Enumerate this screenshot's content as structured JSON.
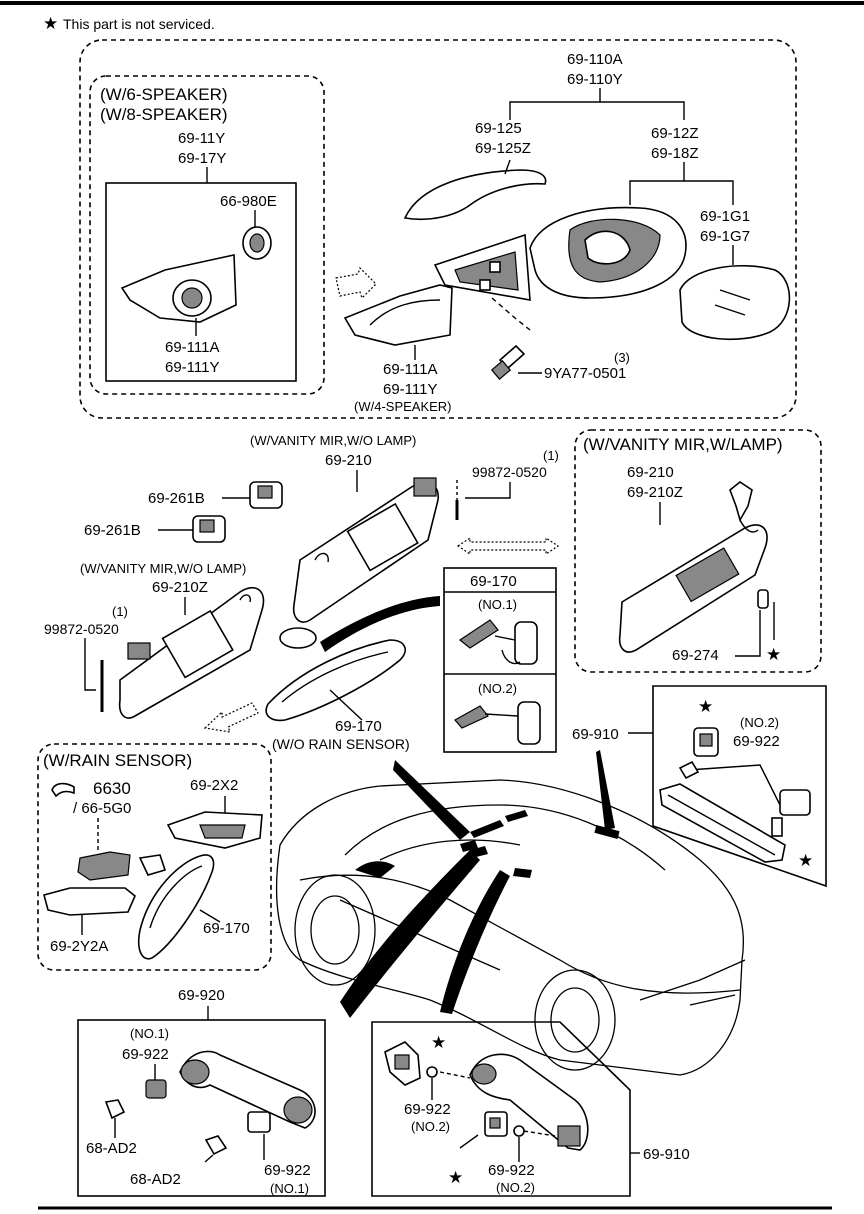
{
  "header": {
    "note": "This part is not serviced."
  },
  "sections": {
    "mirror_group": {
      "speaker_box_title_1": "(W/6-SPEAKER)",
      "speaker_box_title_2": "(W/8-SPEAKER)",
      "labels": {
        "a_69_110A": "69-110A",
        "a_69_110Y": "69-110Y",
        "a_69_125": "69-125",
        "a_69_125Z": "69-125Z",
        "a_69_12Z": "69-12Z",
        "a_69_18Z": "69-18Z",
        "a_69_1G1": "69-1G1",
        "a_69_1G7": "69-1G7",
        "a_69_11Y": "69-11Y",
        "a_69_17Y": "69-17Y",
        "a_66_980E": "66-980E",
        "a_69_111A_in": "69-111A",
        "a_69_111Y_in": "69-111Y",
        "a_69_111A_out": "69-111A",
        "a_69_111Y_out": "69-111Y",
        "a_w4speaker": "(W/4-SPEAKER)",
        "a_qty3": "(3)",
        "a_9YA77": "9YA77-0501"
      }
    },
    "visor_group": {
      "labels": {
        "v_title1": "(W/VANITY MIR,W/O LAMP)",
        "v_69_210": "69-210",
        "v_qty1a": "(1)",
        "v_99872a": "99872-0520",
        "v_69_261B_a": "69-261B",
        "v_69_261B_b": "69-261B",
        "v_title2": "(W/VANITY MIR,W/O LAMP)",
        "v_69_210Z": "69-210Z",
        "v_qty1b": "(1)",
        "v_99872b": "99872-0520",
        "v_69_170_box": "69-170",
        "v_no1": "(NO.1)",
        "v_no2": "(NO.2)",
        "v_69_170": "69-170",
        "v_worain": "(W/O RAIN SENSOR)"
      }
    },
    "lamp_box": {
      "title": "(W/VANITY MIR,W/LAMP)",
      "labels": {
        "l_69_210": "69-210",
        "l_69_210Z": "69-210Z",
        "l_69_274": "69-274"
      }
    },
    "rain_box": {
      "title": "(W/RAIN SENSOR)",
      "labels": {
        "r_6630": "6630",
        "r_665G0": "/ 66-5G0",
        "r_692X2": "69-2X2",
        "r_69170": "69-170",
        "r_692Y2A": "69-2Y2A"
      }
    },
    "handle_box_right": {
      "labels": {
        "h_no2": "(NO.2)",
        "h_69922": "69-922",
        "h_69910": "69-910"
      }
    },
    "grip_box_left": {
      "labels": {
        "g_69920": "69-920",
        "g_no1a": "(NO.1)",
        "g_69922a": "69-922",
        "g_68AD2a": "68-AD2",
        "g_68AD2b": "68-AD2",
        "g_69922b": "69-922",
        "g_no1b": "(NO.1)"
      }
    },
    "grip_box_right": {
      "labels": {
        "k_69922a": "69-922",
        "k_no2a": "(NO.2)",
        "k_69922b": "69-922",
        "k_no2b": "(NO.2)",
        "k_69910": "69-910"
      }
    }
  }
}
